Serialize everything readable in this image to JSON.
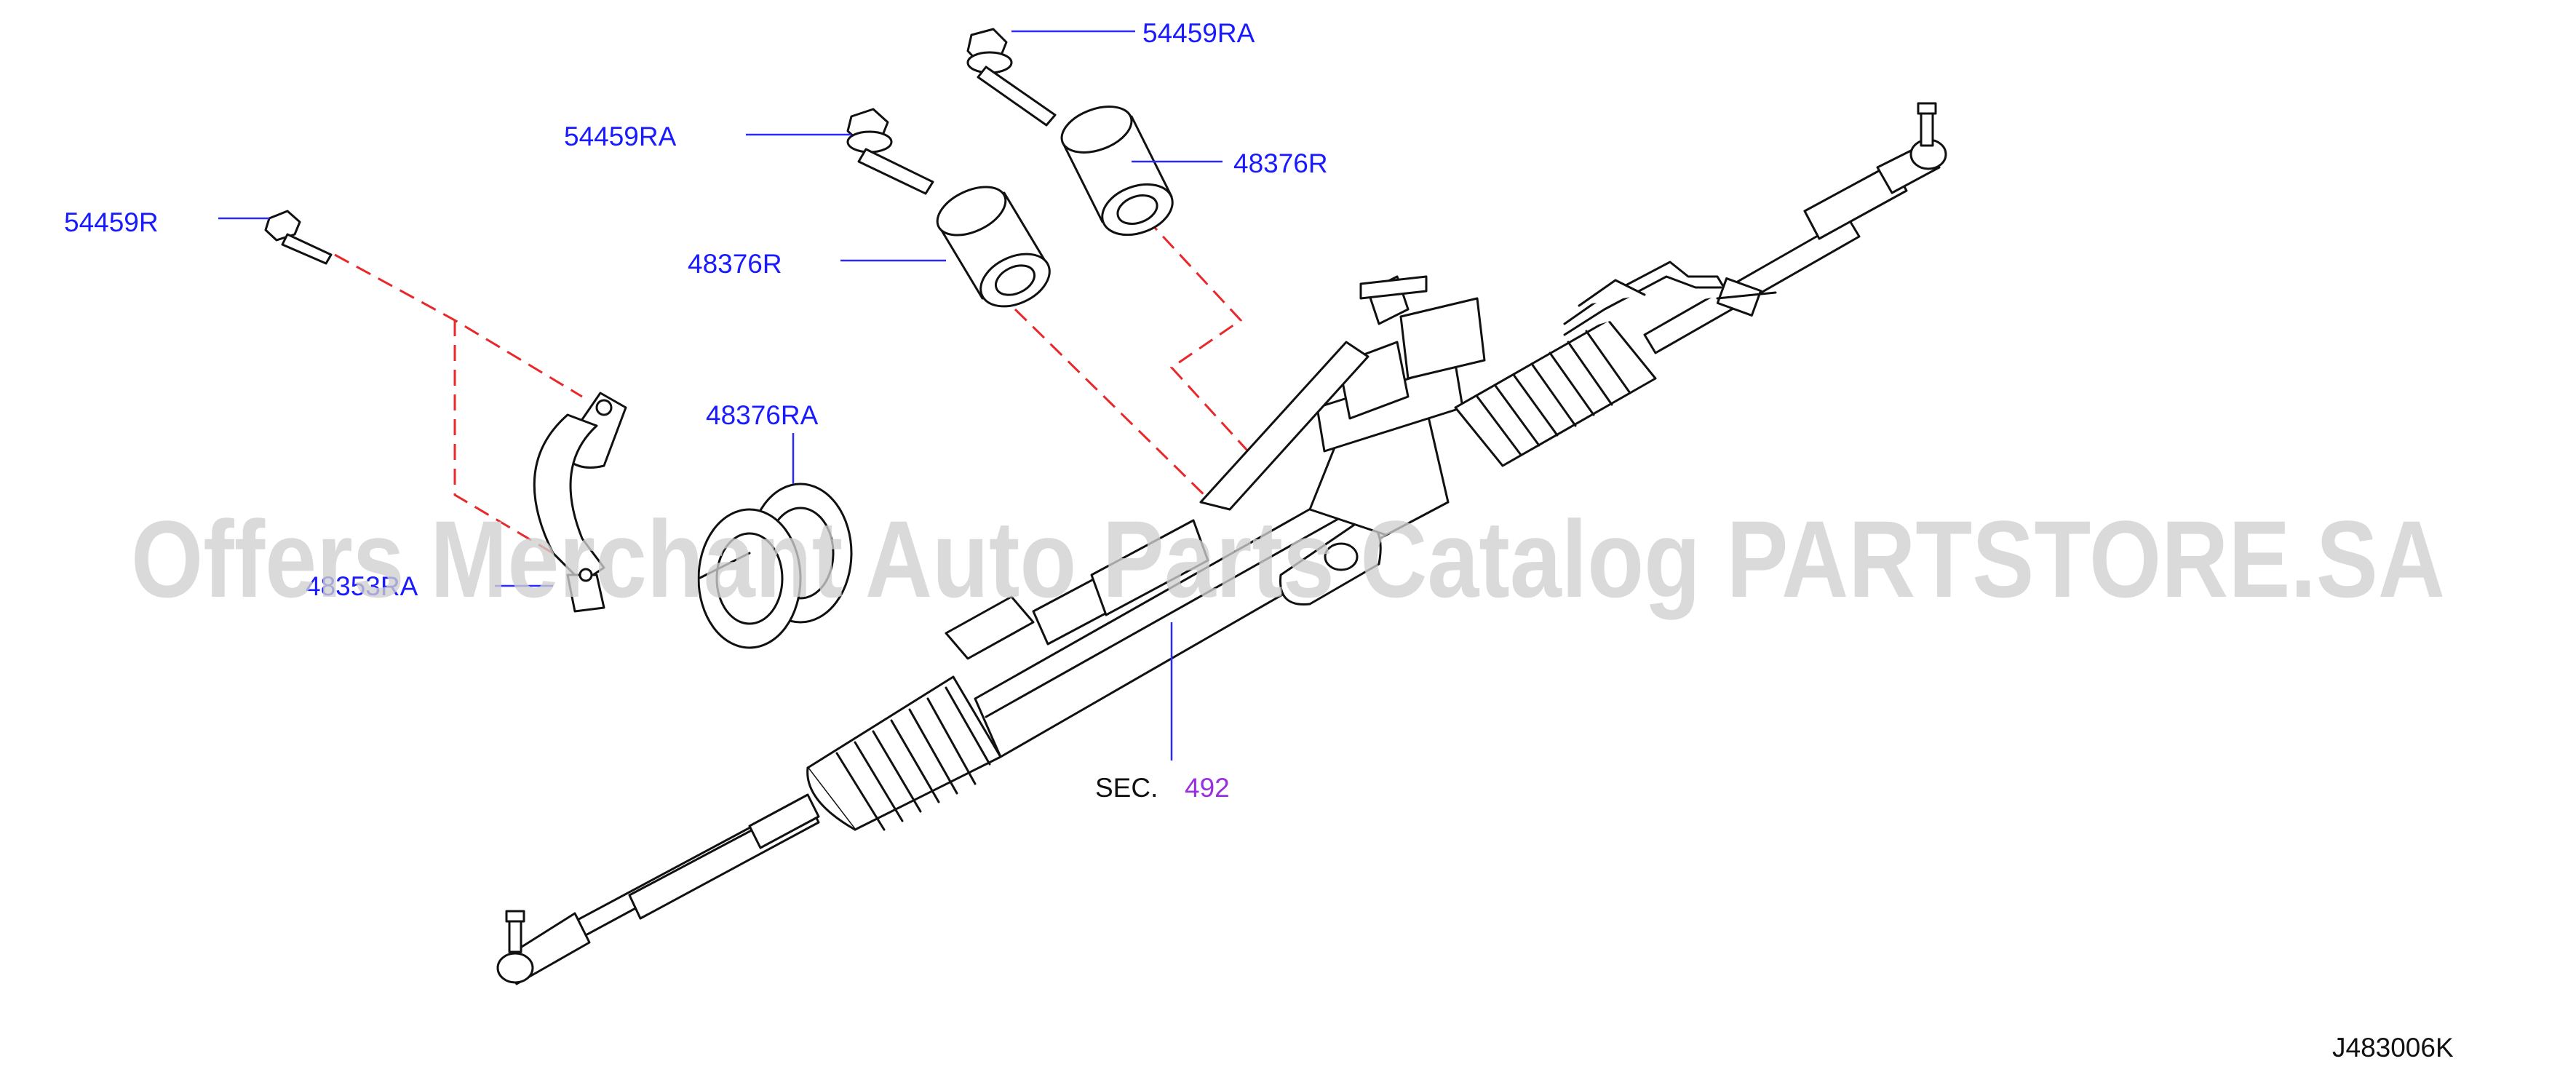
{
  "diagram": {
    "part_labels": [
      {
        "id": "bolt-top",
        "text": "54459RA"
      },
      {
        "id": "bolt-mid",
        "text": "54459RA"
      },
      {
        "id": "bolt-left",
        "text": "54459R"
      },
      {
        "id": "insulator-top",
        "text": "48376R"
      },
      {
        "id": "insulator-mid",
        "text": "48376R"
      },
      {
        "id": "insulator-ring",
        "text": "48376RA"
      },
      {
        "id": "clamp",
        "text": "48353RA"
      }
    ],
    "section_ref": {
      "prefix": "SEC.",
      "number": "492"
    },
    "drawing_code": "J483006K",
    "watermark": "Offers Merchant Auto Parts Catalog PARTSTORE.SA",
    "colors": {
      "label": "#1a1aff",
      "section_number": "#9a2fe0",
      "dashed_guides": "#e8282a"
    }
  }
}
